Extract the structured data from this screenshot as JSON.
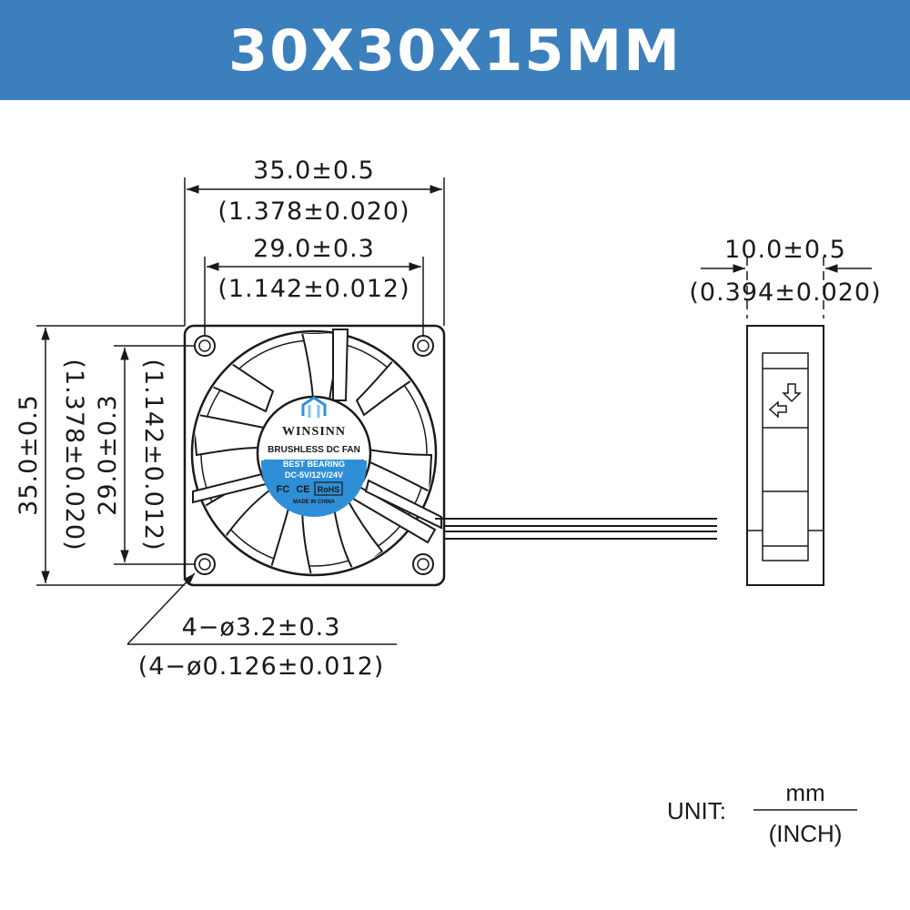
{
  "title": "30X30X15MM",
  "front_view": {
    "width_outer": "35.0±0.5",
    "width_outer_inch": "(1.378±0.020)",
    "width_holes": "29.0±0.3",
    "width_holes_inch": "(1.142±0.012)",
    "height_outer": "35.0±0.5",
    "height_outer_inch": "(1.378±0.020)",
    "height_holes": "29.0±0.3",
    "height_holes_inch": "(1.142±0.012)",
    "hole_dia": "4−ø3.2±0.3",
    "hole_dia_inch": "(4−ø0.126±0.012)"
  },
  "label": {
    "brand": "WINSINN",
    "line1": "BRUSHLESS DC FAN",
    "line2": "BEST BEARING",
    "line3": "DC-5V/12V/24V",
    "fc": "FC",
    "ce": "CE",
    "rohs": "RoHS",
    "origin": "MADE IN CHINA",
    "colors": {
      "blue": "#2f8fd6",
      "light_blue": "#7cc3f0"
    }
  },
  "side_view": {
    "thickness": "10.0±0.5",
    "thickness_inch": "(0.394±0.020)"
  },
  "unit": {
    "prefix": "UNIT:",
    "numerator": "mm",
    "denominator": "(INCH)"
  }
}
